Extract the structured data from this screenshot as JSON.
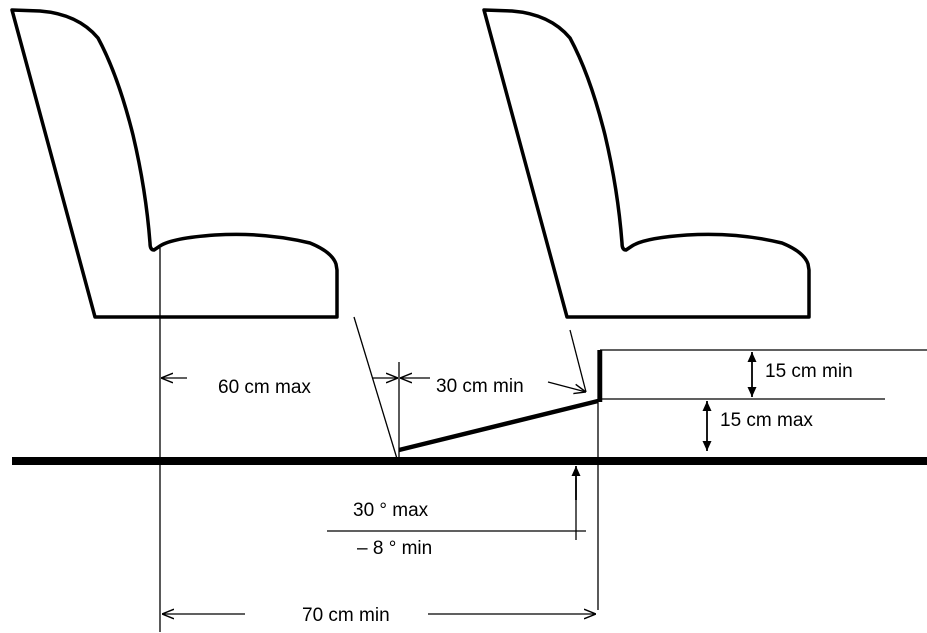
{
  "labels": {
    "seat_to_step_distance": "60 cm max",
    "gap_between_seats": "30 cm min",
    "upper_step_height": "15 cm min",
    "lower_step_height": "15 cm max",
    "angle_max": "30 ° max",
    "angle_min": "– 8 ° min",
    "total_distance": "70 cm min"
  },
  "colors": {
    "line": "#000000",
    "background": "#ffffff"
  }
}
